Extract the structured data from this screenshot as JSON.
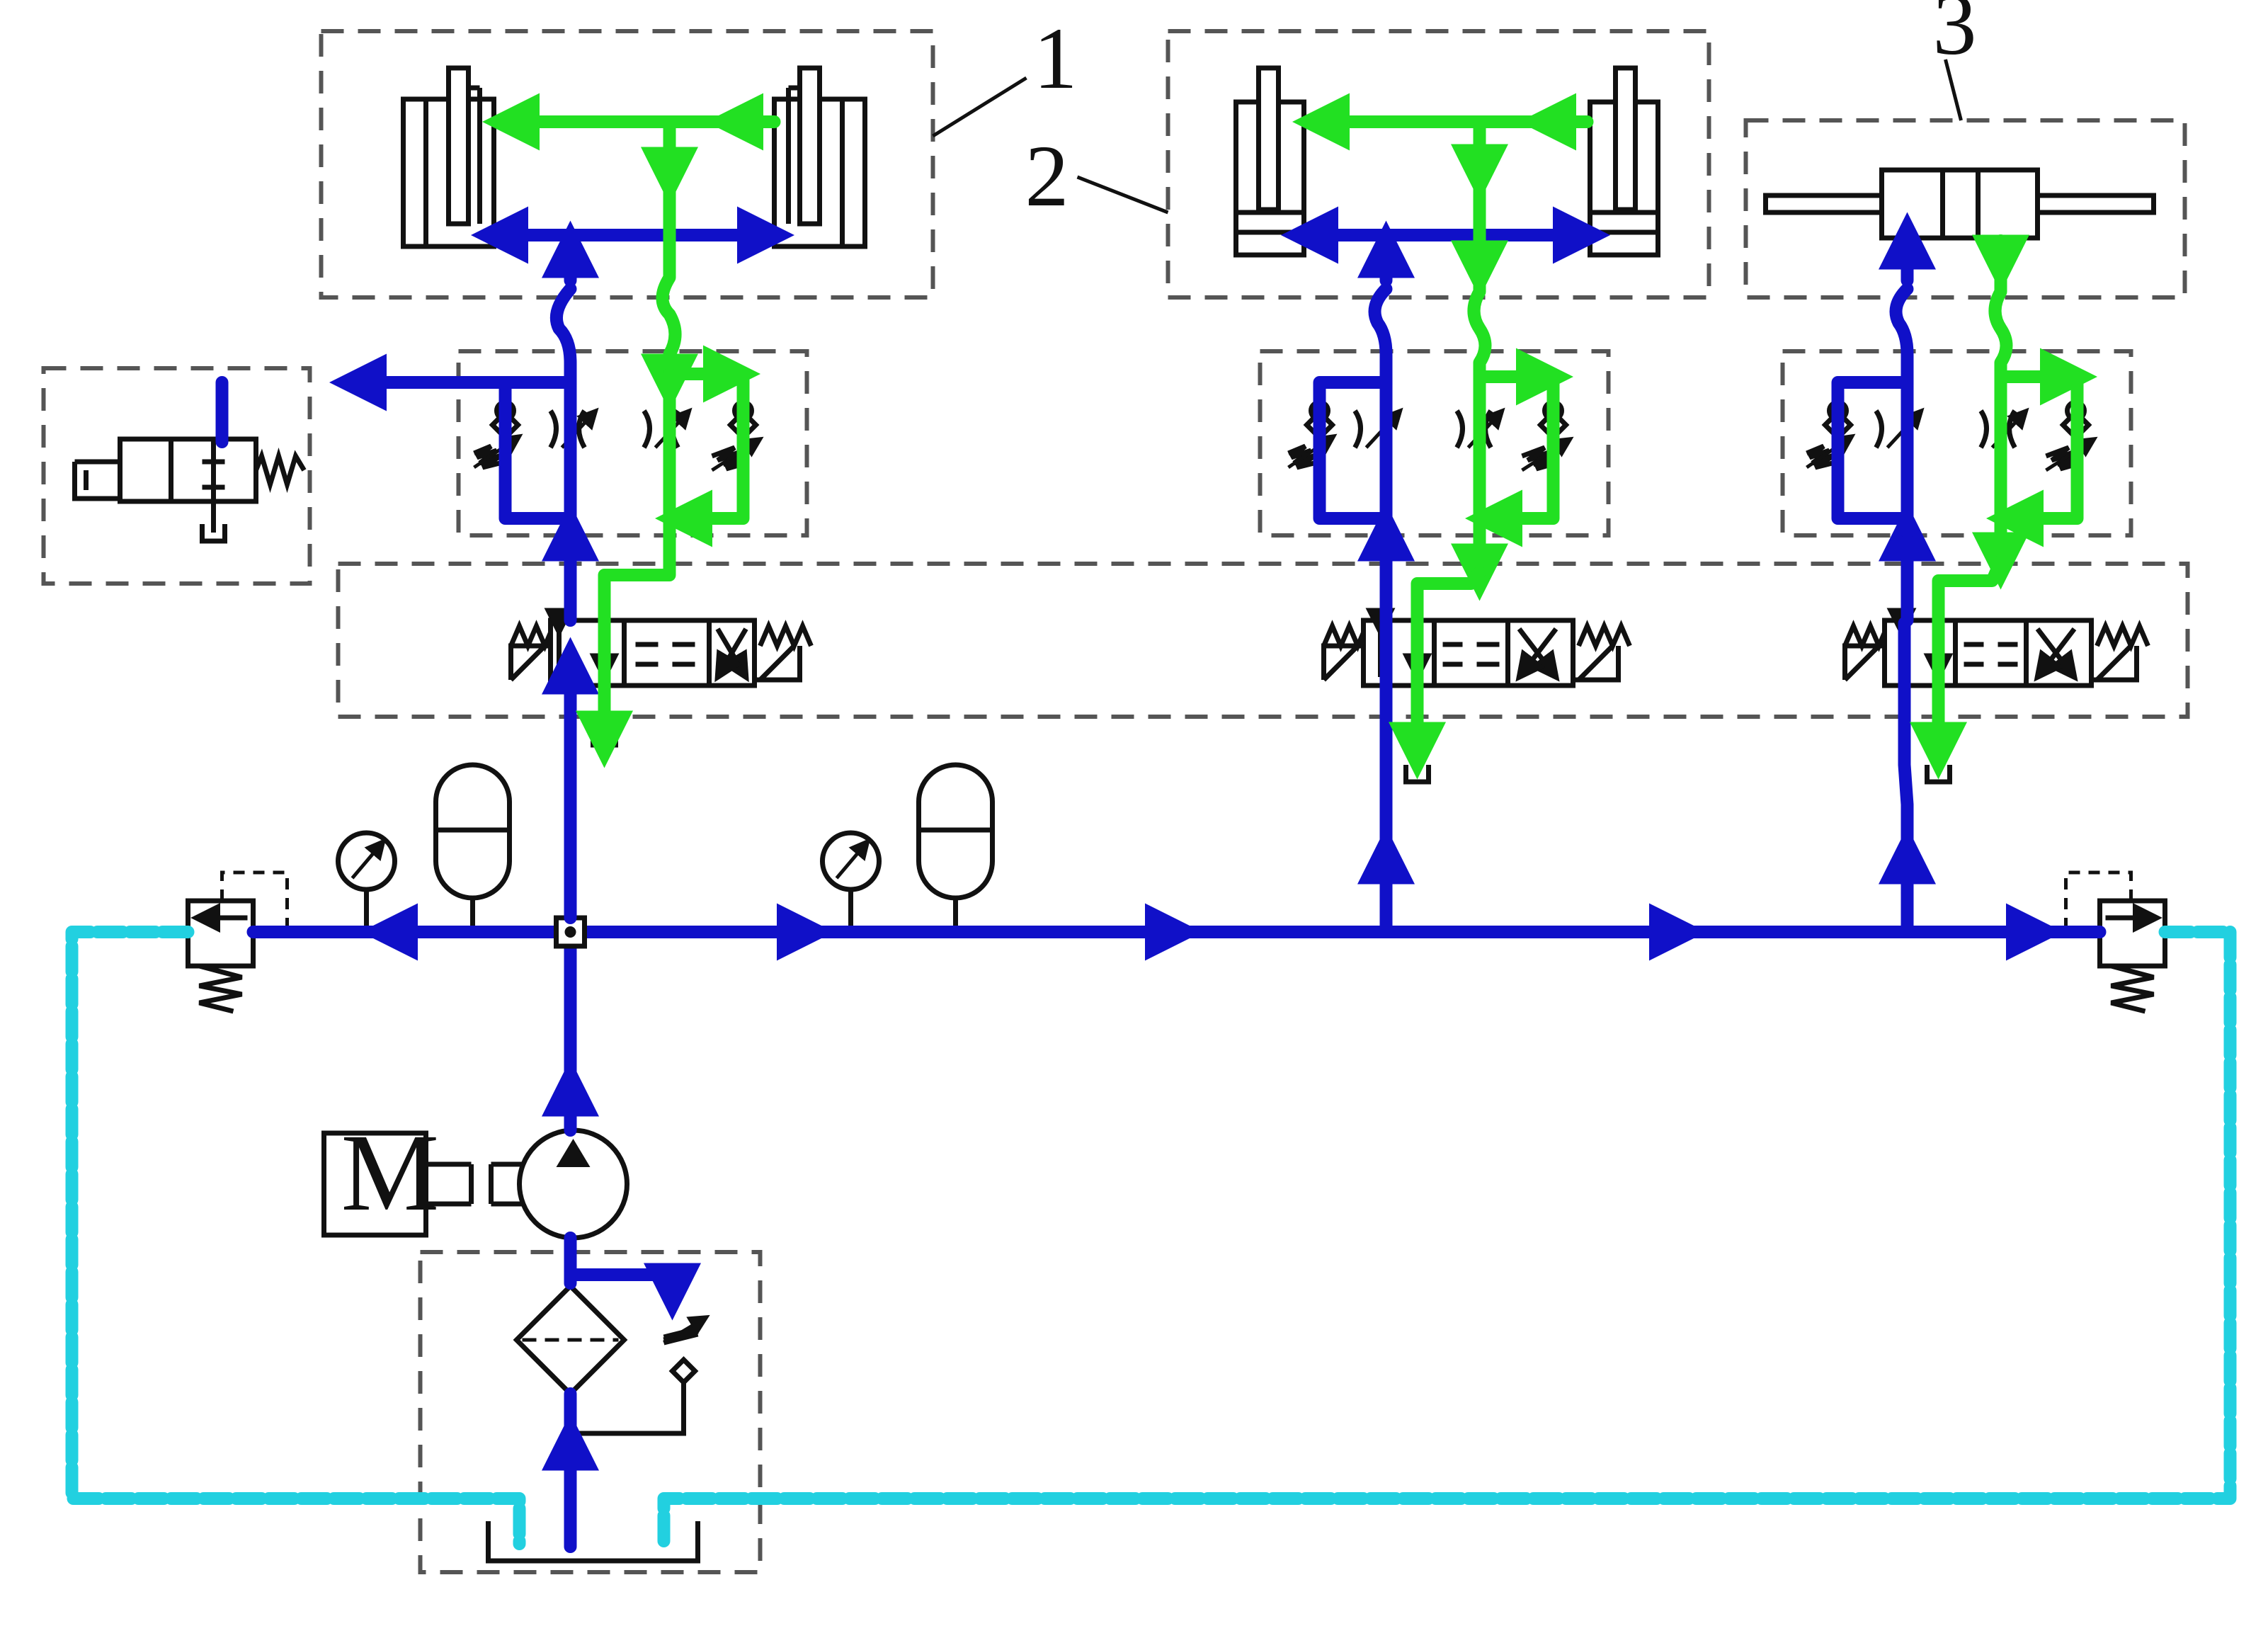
{
  "callouts": [
    {
      "id": "1",
      "label": "1"
    },
    {
      "id": "2",
      "label": "2"
    },
    {
      "id": "3",
      "label": "3"
    }
  ],
  "motor": {
    "label": "M"
  },
  "colors": {
    "pressure": "#1010c8",
    "return": "#22e022",
    "drain": "#22d0e0",
    "symbol": "#111111",
    "boundary": "#555555"
  }
}
